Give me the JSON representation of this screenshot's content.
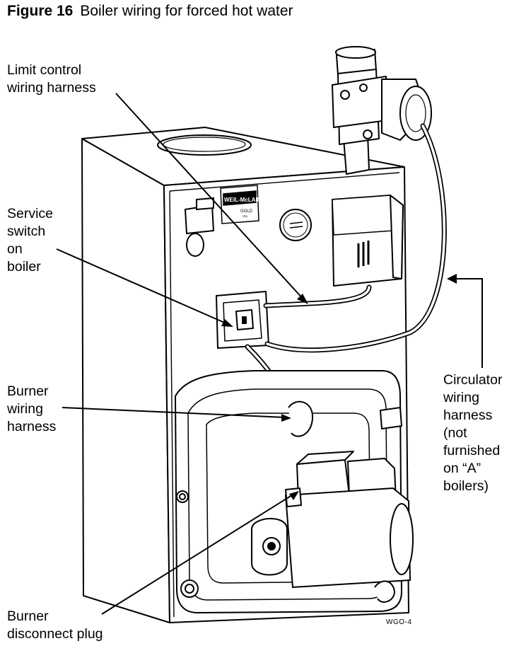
{
  "figure": {
    "number": "Figure 16",
    "title": "Boiler wiring for forced hot water"
  },
  "labels": {
    "limit_control": [
      "Limit control",
      "wiring harness"
    ],
    "service_switch": [
      "Service",
      "switch",
      "on",
      "boiler"
    ],
    "burner_wiring": [
      "Burner",
      "wiring",
      "harness"
    ],
    "burner_plug": [
      "Burner",
      "disconnect plug"
    ],
    "circulator": [
      "Circulator",
      "wiring",
      "harness",
      "(not",
      "furnished",
      "on “A”",
      "boilers)"
    ]
  },
  "nameplate": {
    "brand": "WEIL-McLAIN",
    "model": "GOLD",
    "sub": "OIL"
  },
  "drawing_code": "WGO-4"
}
